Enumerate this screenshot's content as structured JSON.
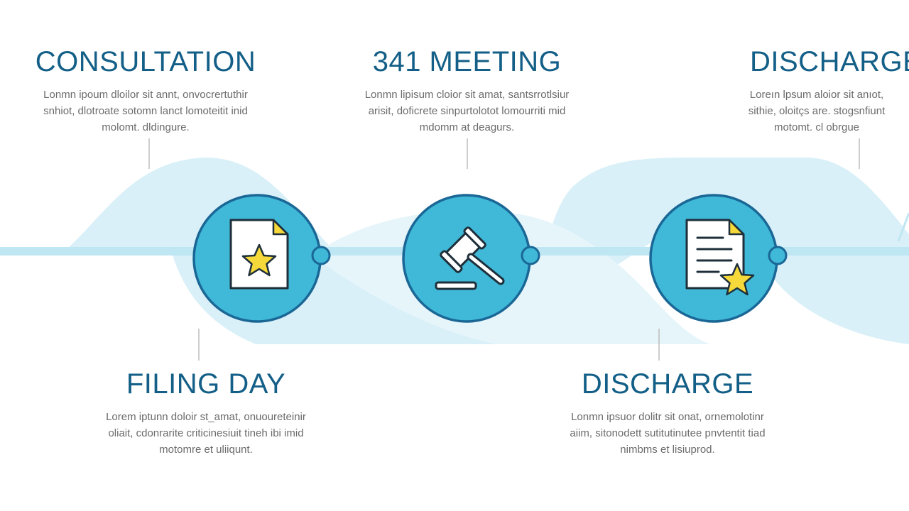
{
  "colors": {
    "title": "#135f87",
    "body_text": "#6b6b6b",
    "wave": "#d9f0f8",
    "timeline_line": "#bfe6f3",
    "circle_fill": "#40b8d8",
    "circle_stroke": "#1a6796",
    "connector": "#bdbdbd",
    "star": "#f5d93a"
  },
  "steps": {
    "consultation": {
      "title": "CONSULTATION",
      "desc": "Lonmn ipoum dloilor sit annt, onvocrertuthir\nsnhiot, dlotroate sotomn lanct lomoteitit inid\nmolomt. dldingure."
    },
    "meeting_341": {
      "title": "341 MEETING",
      "desc": "Lonmn lipisum cloior sit amat, santsrrotlsiur\narisit, doficrete sinpurtolotot lomourriti mid\nmdomm at deagurs."
    },
    "discharge_top": {
      "title": "DISCHARGE",
      "desc": "Loreın lpsum aloior sit anıot,\nsithie, oloitçs are. stogsnfiunt\nmotomt. cl obrgue"
    },
    "filing_day": {
      "title": "FILING DAY",
      "desc": "Lorem iptunn doloir st_amat, onuoureteinir\noliait, cdonrarite criticinesiuit tineh ibi imid\nmotomre et uliiqunt."
    },
    "discharge_bottom": {
      "title": "DISCHARGE",
      "desc": "Lonmn ipsuor dolitr sit onat, ornemolotinr\naiim, sitonodett sutitutinutee pnvtentit tiad\nnimbms et lisiuprod."
    }
  },
  "icons": {
    "filing": "document-star-icon",
    "meeting": "gavel-icon",
    "discharge": "document-certificate-icon"
  }
}
